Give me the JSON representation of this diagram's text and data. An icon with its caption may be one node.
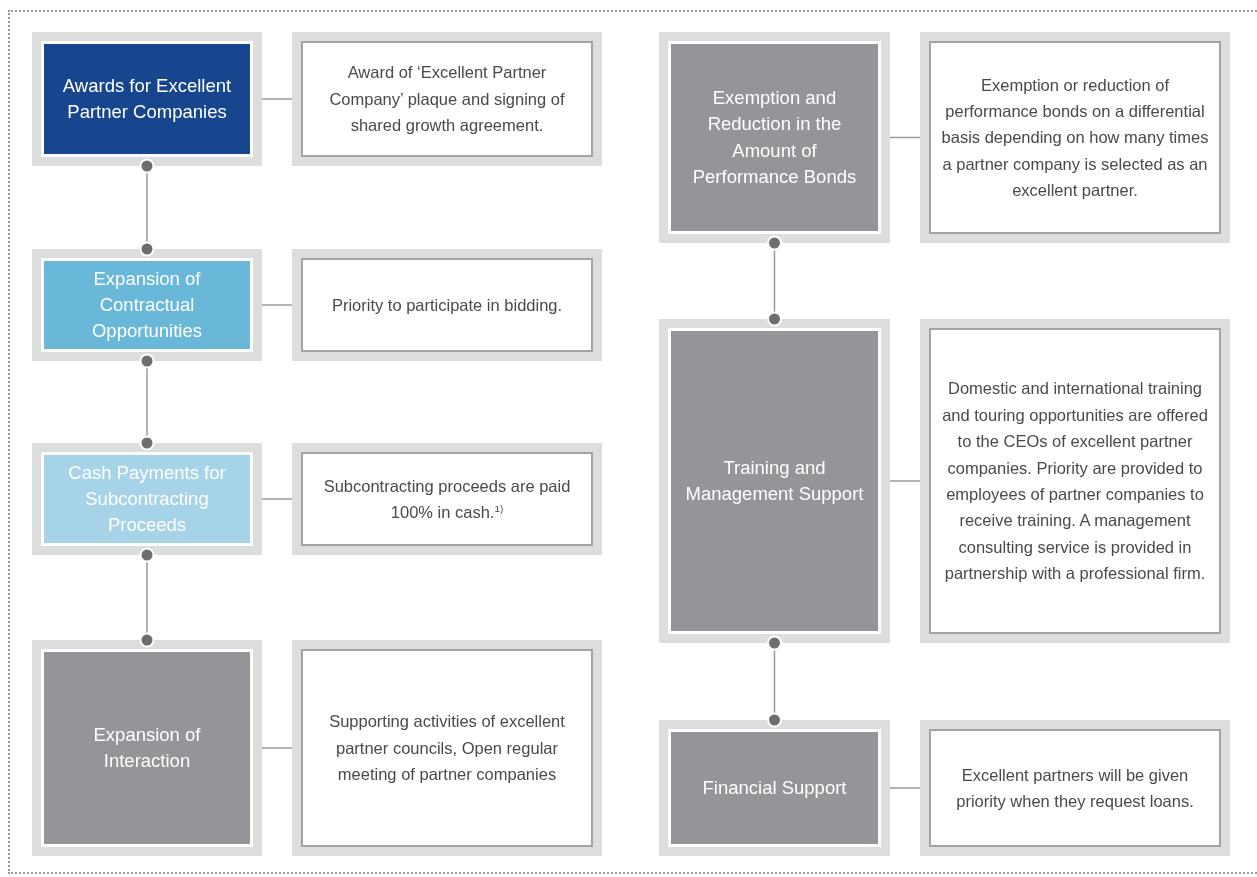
{
  "diagram": {
    "nodes": [
      {
        "text": [
          "Awards for Excellent Partner Companies"
        ]
      },
      {
        "text": [
          "Award of ‘Excellent Partner Company’ plaque and signing of shared growth agreement."
        ]
      },
      {
        "text": [
          "Expansion of Contractual Opportunities"
        ]
      },
      {
        "text": [
          "Priority to participate in bidding."
        ]
      },
      {
        "text": [
          "Cash Payments for Subcontracting Proceeds"
        ]
      },
      {
        "text": [
          "Subcontracting proceeds are paid 100% in cash.$^{1)}$"
        ]
      },
      {
        "text": [
          "Expansion of Interaction"
        ]
      },
      {
        "text": [
          "Supporting activities of excellent partner councils, Open regular meeting of partner companies"
        ]
      },
      {
        "text": [
          "Exemption and Reduction in the Amount of Performance Bonds"
        ]
      },
      {
        "text": [
          "Exemption or reduction of performance bonds on a differential basis depending on how many times a partner company is selected as an excellent partner."
        ]
      },
      {
        "text": [
          "Training and Management Support"
        ]
      },
      {
        "text": [
          "Domestic and international training and touring opportunities are offered to the CEOs of excellent partner companies. Priority are provided to employees of partner companies to receive training. A management consulting service is provided in partnership with a professional firm."
        ]
      },
      {
        "text": [
          "Financial Support"
        ]
      },
      {
        "text": [
          "Excellent partners will be given priority when they request loans."
        ]
      }
    ],
    "edges": [
      {
        "from": 0,
        "to": 1,
        "arrow": "none"
      },
      {
        "from": 0,
        "to": 2,
        "arrow": "other"
      },
      {
        "from": 2,
        "to": 3,
        "arrow": "none"
      },
      {
        "from": 2,
        "to": 4,
        "arrow": "other"
      },
      {
        "from": 4,
        "to": 5,
        "arrow": "none"
      },
      {
        "from": 4,
        "to": 6,
        "arrow": "other"
      },
      {
        "from": 6,
        "to": 7,
        "arrow": "none"
      },
      {
        "from": 8,
        "to": 9,
        "arrow": "none"
      },
      {
        "from": 8,
        "to": 10,
        "arrow": "other"
      },
      {
        "from": 10,
        "to": 11,
        "arrow": "none"
      },
      {
        "from": 10,
        "to": 12,
        "arrow": "other"
      },
      {
        "from": 12,
        "to": 13,
        "arrow": "none"
      }
    ]
  }
}
